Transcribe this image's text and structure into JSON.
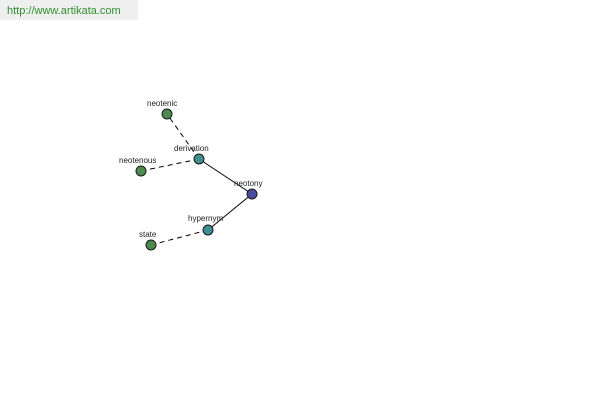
{
  "header": {
    "url": "http://www.artikata.com"
  },
  "graph": {
    "nodes": [
      {
        "id": "neotony",
        "label": "neotony",
        "kind": "root"
      },
      {
        "id": "derivation",
        "label": "derivation",
        "kind": "relation"
      },
      {
        "id": "hypernym",
        "label": "hypernym",
        "kind": "relation"
      },
      {
        "id": "neotenic",
        "label": "neotenic",
        "kind": "term"
      },
      {
        "id": "neotenous",
        "label": "neotenous",
        "kind": "term"
      },
      {
        "id": "state",
        "label": "state",
        "kind": "term"
      }
    ],
    "edges": [
      {
        "from": "neotony",
        "to": "derivation",
        "style": "solid"
      },
      {
        "from": "neotony",
        "to": "hypernym",
        "style": "solid"
      },
      {
        "from": "derivation",
        "to": "neotenic",
        "style": "dashed"
      },
      {
        "from": "derivation",
        "to": "neotenous",
        "style": "dashed"
      },
      {
        "from": "hypernym",
        "to": "state",
        "style": "dashed"
      }
    ],
    "colors": {
      "root": "#4a4aa0",
      "relation": "#3f8f8f",
      "term": "#4e8a4e",
      "edge": "#000000"
    }
  }
}
